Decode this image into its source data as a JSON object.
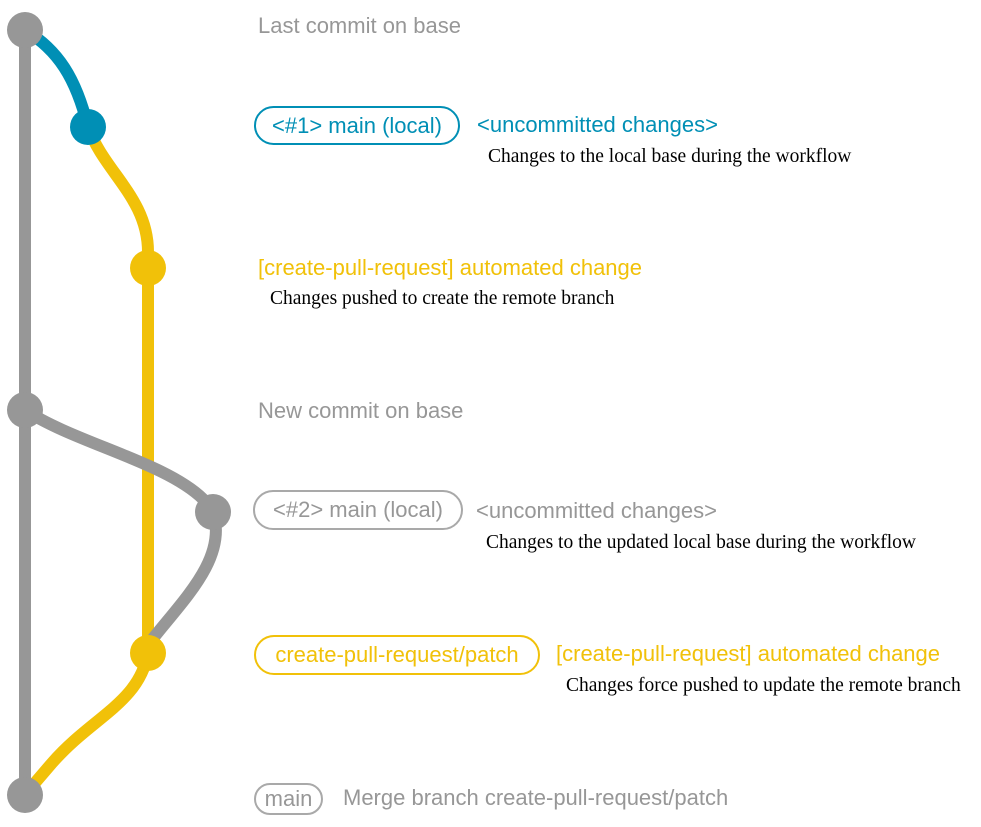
{
  "colors": {
    "branch_base": "#979797",
    "branch_local": "#008fb5",
    "branch_patch": "#f1c109",
    "caption_text": "#000000",
    "background": "#ffffff"
  },
  "graph": {
    "branches": [
      {
        "name": "base",
        "color_key": "branch_base"
      },
      {
        "name": "main (local)",
        "color_key": "branch_local"
      },
      {
        "name": "create-pull-request/patch",
        "color_key": "branch_patch"
      }
    ],
    "commit_dots": [
      {
        "id": "base-1",
        "branch": "base"
      },
      {
        "id": "local-1",
        "branch": "main (local)"
      },
      {
        "id": "patch-1",
        "branch": "create-pull-request/patch"
      },
      {
        "id": "base-2",
        "branch": "base"
      },
      {
        "id": "local-2",
        "branch": "main (local)"
      },
      {
        "id": "patch-2",
        "branch": "create-pull-request/patch"
      },
      {
        "id": "merge",
        "branch": "base"
      }
    ]
  },
  "annotations": {
    "base_commit_1": {
      "message": "Last commit on base"
    },
    "local_1": {
      "badge": "<#1> main (local)",
      "status": "<uncommitted changes>",
      "caption": "Changes to the local base during the workflow"
    },
    "patch_1": {
      "message": "[create-pull-request] automated change",
      "caption": "Changes pushed to create the remote branch"
    },
    "base_commit_2": {
      "message": "New commit on base"
    },
    "local_2": {
      "badge": "<#2> main (local)",
      "status": "<uncommitted changes>",
      "caption": "Changes to the updated local base during the workflow"
    },
    "patch_2": {
      "badge": "create-pull-request/patch",
      "message": "[create-pull-request] automated change",
      "caption": "Changes force pushed to update the remote branch"
    },
    "merge_commit": {
      "badge": "main",
      "message": "Merge branch create-pull-request/patch"
    }
  }
}
